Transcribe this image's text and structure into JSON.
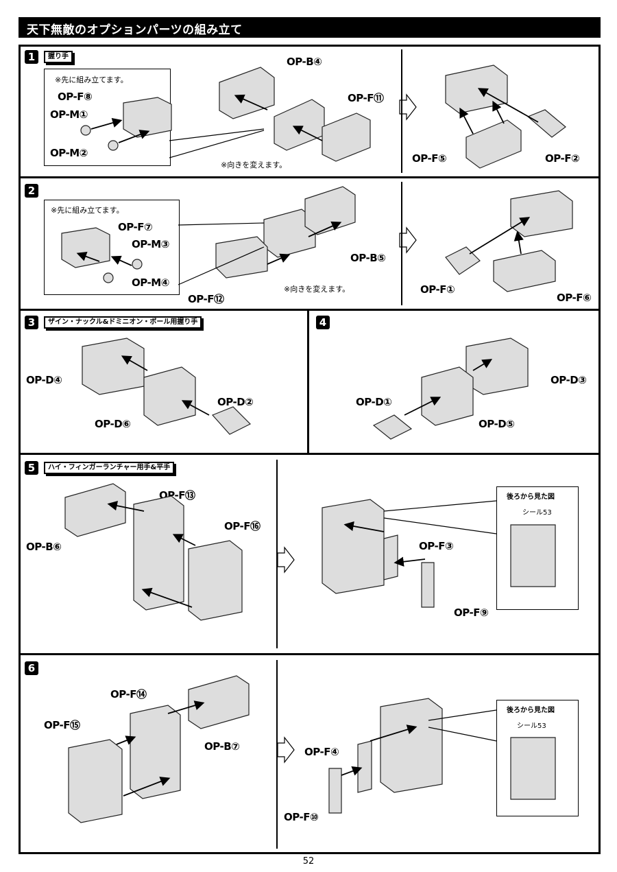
{
  "header": {
    "title": "天下無敵のオプションパーツの組み立て"
  },
  "steps": [
    {
      "number": "1",
      "label": "握り手",
      "note_pre": "※先に組み立てます。",
      "note_turn": "※向きを変えます。",
      "parts": [
        "OP-F⑧",
        "OP-M①",
        "OP-M②",
        "OP-B④",
        "OP-F⑪",
        "OP-F⑤",
        "OP-F②"
      ]
    },
    {
      "number": "2",
      "note_pre": "※先に組み立てます。",
      "note_turn": "※向きを変えます。",
      "parts": [
        "OP-F⑦",
        "OP-M③",
        "OP-M④",
        "OP-F⑫",
        "OP-B⑤",
        "OP-F①",
        "OP-F⑥"
      ]
    },
    {
      "number": "3",
      "label": "ザイン・ナックル&ドミニオン・ボール用握り手",
      "parts": [
        "OP-D④",
        "OP-D②",
        "OP-D⑥"
      ]
    },
    {
      "number": "4",
      "parts": [
        "OP-D③",
        "OP-D①",
        "OP-D⑤"
      ]
    },
    {
      "number": "5",
      "label": "ハイ・フィンガーランチャー用手&平手",
      "parts": [
        "OP-F⑬",
        "OP-F⑯",
        "OP-B⑥",
        "OP-F③",
        "OP-F⑨"
      ],
      "inset_title": "後ろから見た図",
      "inset_sticker": "シール53"
    },
    {
      "number": "6",
      "parts": [
        "OP-F⑭",
        "OP-F⑮",
        "OP-B⑦",
        "OP-F④",
        "OP-F⑩"
      ],
      "inset_title": "後ろから見た図",
      "inset_sticker": "シール53"
    }
  ],
  "footer": {
    "page": "52"
  }
}
